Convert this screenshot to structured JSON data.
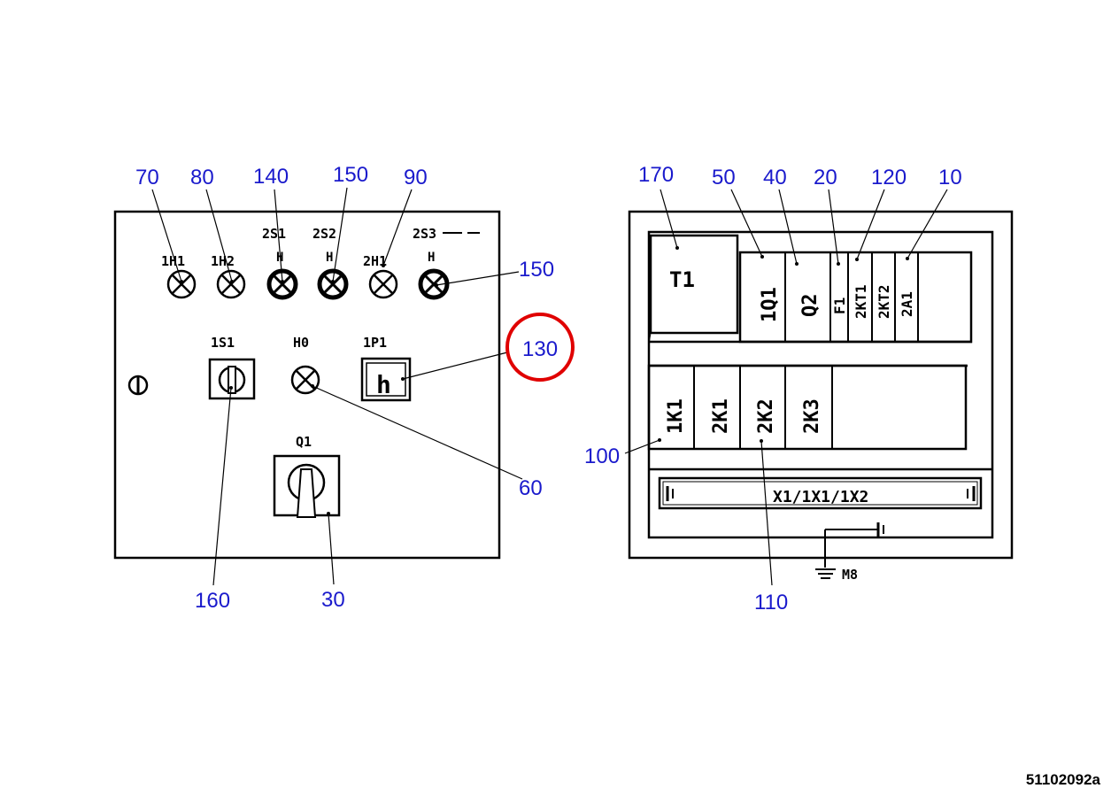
{
  "left_panel": {
    "lamp_labels": [
      "1H1",
      "1H2",
      "2S1",
      "2S2",
      "2H1",
      "2S3"
    ],
    "lamp_sublabels": [
      "H",
      "H",
      "H"
    ],
    "control_labels": {
      "switch": "1S1",
      "lamp": "H0",
      "counter": "1P1",
      "counter_glyph": "h",
      "main_switch": "Q1"
    }
  },
  "right_panel": {
    "transformer": "T1",
    "top_modules": [
      "1Q1",
      "Q2",
      "F1",
      "2KT1",
      "2KT2",
      "2A1"
    ],
    "contactors": [
      "1K1",
      "2K1",
      "2K2",
      "2K3"
    ],
    "terminal_strip": "X1/1X1/1X2",
    "ground": "M8"
  },
  "callouts": {
    "c70": "70",
    "c80": "80",
    "c140": "140",
    "c150_top": "150",
    "c90": "90",
    "c150_side": "150",
    "c130": "130",
    "c60": "60",
    "c160": "160",
    "c30": "30",
    "c170": "170",
    "c50": "50",
    "c40": "40",
    "c20": "20",
    "c120": "120",
    "c10": "10",
    "c100": "100",
    "c110": "110"
  },
  "highlight": {
    "target": "130",
    "color": "#e00000"
  },
  "document_id": "51102092a"
}
